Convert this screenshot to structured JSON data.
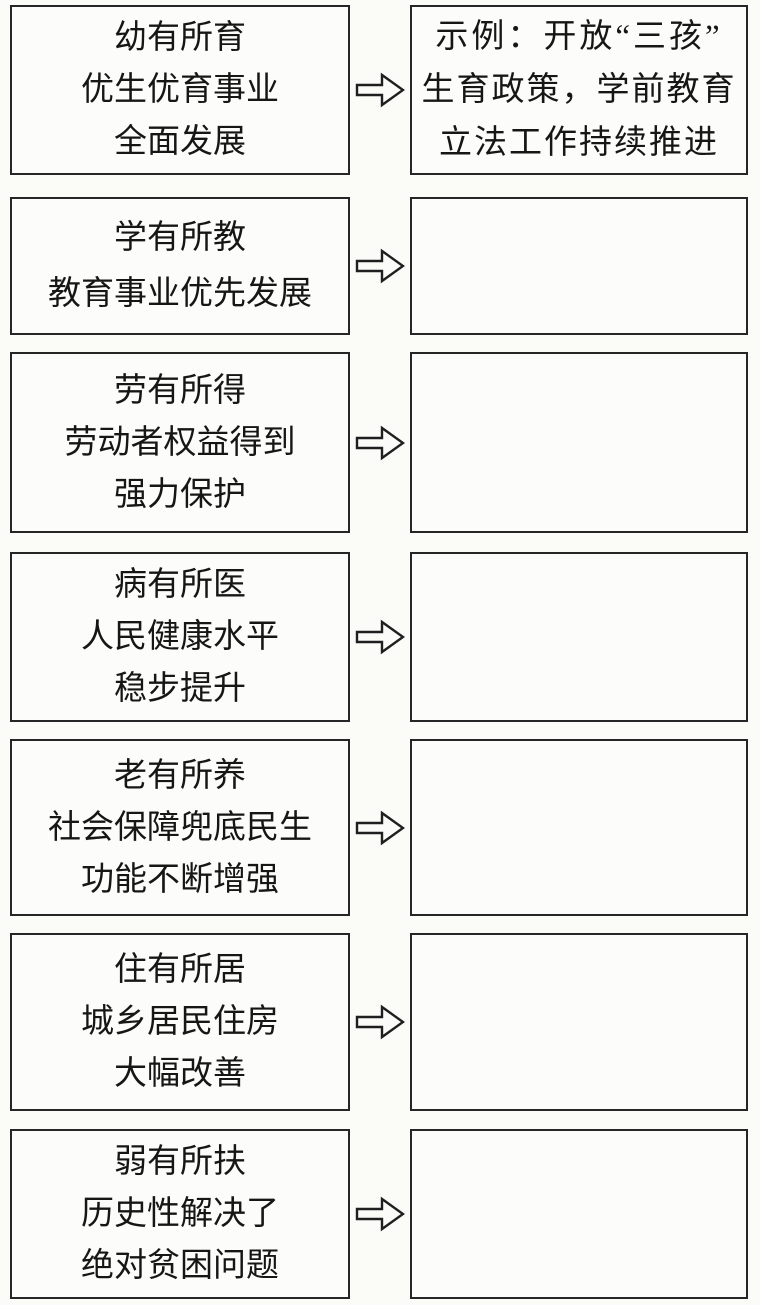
{
  "page": {
    "background": "#fbfbf8",
    "box_border_color": "#262626",
    "text_color": "#161616"
  },
  "arrow": {
    "name": "right-block-arrow",
    "glyph": "⇨"
  },
  "rows": [
    {
      "left": [
        "幼有所育",
        "优生优育事业",
        "全面发展"
      ],
      "right": [
        "示例：开放“三孩”",
        "生育政策，学前教育",
        "立法工作持续推进"
      ]
    },
    {
      "left": [
        "学有所教",
        "教育事业优先发展"
      ],
      "right": []
    },
    {
      "left": [
        "劳有所得",
        "劳动者权益得到",
        "强力保护"
      ],
      "right": []
    },
    {
      "left": [
        "病有所医",
        "人民健康水平",
        "稳步提升"
      ],
      "right": []
    },
    {
      "left": [
        "老有所养",
        "社会保障兜底民生",
        "功能不断增强"
      ],
      "right": []
    },
    {
      "left": [
        "住有所居",
        "城乡居民住房",
        "大幅改善"
      ],
      "right": []
    },
    {
      "left": [
        "弱有所扶",
        "历史性解决了",
        "绝对贫困问题"
      ],
      "right": []
    }
  ]
}
